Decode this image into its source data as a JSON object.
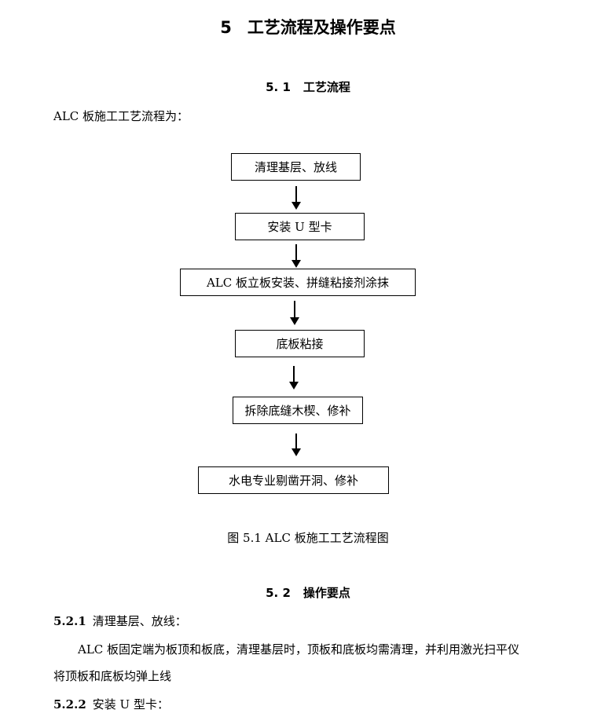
{
  "chapter": {
    "number": "5",
    "title": "工艺流程及操作要点"
  },
  "section_1": {
    "number": "5. 1",
    "title": "工艺流程"
  },
  "intro": "ALC 板施工工艺流程为：",
  "flowchart": {
    "steps": [
      "清理基层、放线",
      "安装 U 型卡",
      "ALC 板立板安装、拼缝粘接剂涂抹",
      "底板粘接",
      "拆除底缝木楔、修补",
      "水电专业剔凿开洞、修补"
    ],
    "caption": "图 5.1 ALC 板施工工艺流程图"
  },
  "section_2": {
    "number": "5. 2",
    "title": "操作要点"
  },
  "sub_5_2_1": {
    "number": "5.2.1",
    "title": "清理基层、放线："
  },
  "para_5_2_1_line1": "ALC 板固定端为板顶和板底，清理基层时，顶板和底板均需清理，并利用激光扫平仪",
  "para_5_2_1_line2": "将顶板和底板均弹上线",
  "sub_5_2_2": {
    "number": "5.2.2",
    "title": "安装 U 型卡："
  }
}
